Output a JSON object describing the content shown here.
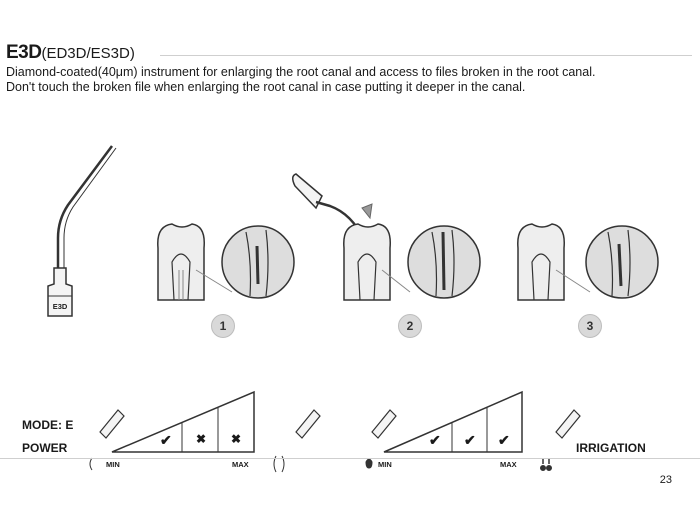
{
  "header": {
    "title": "E3D",
    "subtitle": "(ED3D/ES3D)"
  },
  "description": {
    "line1": "Diamond-coated(40μm) instrument for enlarging the root canal and access to files broken in the root canal.",
    "line2": "Don't touch the broken file when enlarging the root canal in case putting it deeper in the canal."
  },
  "tip": {
    "engraving": "E3D"
  },
  "steps": [
    "1",
    "2",
    "3"
  ],
  "settings": {
    "mode_label": "MODE: E",
    "power_label": "POWER",
    "irrigation_label": "IRRIGATION",
    "min_label": "MIN",
    "max_label": "MAX",
    "power_levels": [
      {
        "level": 1,
        "allowed": true,
        "mark": "✔"
      },
      {
        "level": 2,
        "allowed": false,
        "mark": "✖"
      },
      {
        "level": 3,
        "allowed": false,
        "mark": "✖"
      }
    ],
    "irrigation_levels": [
      {
        "level": 1,
        "allowed": true,
        "mark": "✔"
      },
      {
        "level": 2,
        "allowed": true,
        "mark": "✔"
      },
      {
        "level": 3,
        "allowed": true,
        "mark": "✔"
      }
    ]
  },
  "page_number": "23"
}
